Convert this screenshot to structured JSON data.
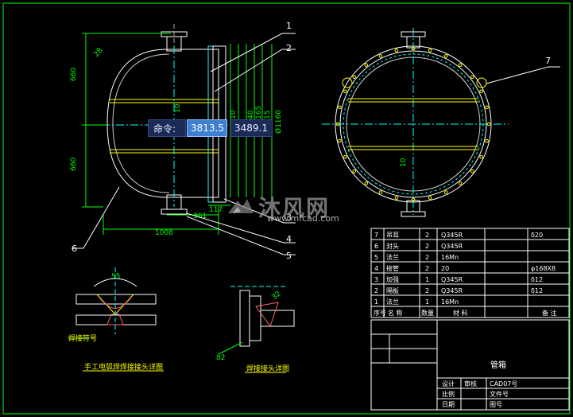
{
  "command": {
    "label": "命令:",
    "x_value": "3813.5",
    "y_value": "3489.1"
  },
  "watermark": {
    "title": "沐风网",
    "url": "www.mfcad.com"
  },
  "callouts": [
    "1",
    "2",
    "3",
    "4",
    "5",
    "6",
    "7"
  ],
  "dims": {
    "d660_top": "660",
    "d660_bot": "660",
    "r28": "28",
    "d10a": "10",
    "d10b": "10",
    "d10c": "10",
    "d40": "40",
    "d165": "165",
    "d15": "15",
    "d1160": "Ø1160",
    "d117": "117",
    "d361": "361",
    "d1008": "1008",
    "d55": "55",
    "d82": "82",
    "d32": "32"
  },
  "detail_labels": {
    "left_note": "焊接符号",
    "left_title": "手工电弧焊焊接接头详图",
    "right_title": "焊接接头详图"
  },
  "bom": {
    "rows": [
      {
        "no": "7",
        "name": "吊耳",
        "qty": "2",
        "material": "Q345R",
        "spec": "δ20"
      },
      {
        "no": "6",
        "name": "封头",
        "qty": "2",
        "material": "Q345R",
        "spec": ""
      },
      {
        "no": "5",
        "name": "法兰",
        "qty": "2",
        "material": "16Mn",
        "spec": ""
      },
      {
        "no": "4",
        "name": "接管",
        "qty": "2",
        "material": "20",
        "spec": "φ168X8"
      },
      {
        "no": "3",
        "name": "加强",
        "qty": "1",
        "material": "Q345R",
        "spec": "δ12"
      },
      {
        "no": "2",
        "name": "隔板",
        "qty": "2",
        "material": "Q345R",
        "spec": "δ12"
      },
      {
        "no": "1",
        "name": "法兰",
        "qty": "1",
        "material": "16Mn",
        "spec": ""
      }
    ],
    "header": {
      "no": "序号",
      "name": "名 称",
      "qty": "数量",
      "material": "材 料",
      "spec": "备 注"
    }
  },
  "title_block": {
    "title": "管箱",
    "r1": [
      "设计",
      "审核",
      "CAD07号"
    ],
    "r2": [
      "比例",
      "",
      "文件号"
    ],
    "r3": [
      "日期",
      "",
      "图号"
    ]
  }
}
